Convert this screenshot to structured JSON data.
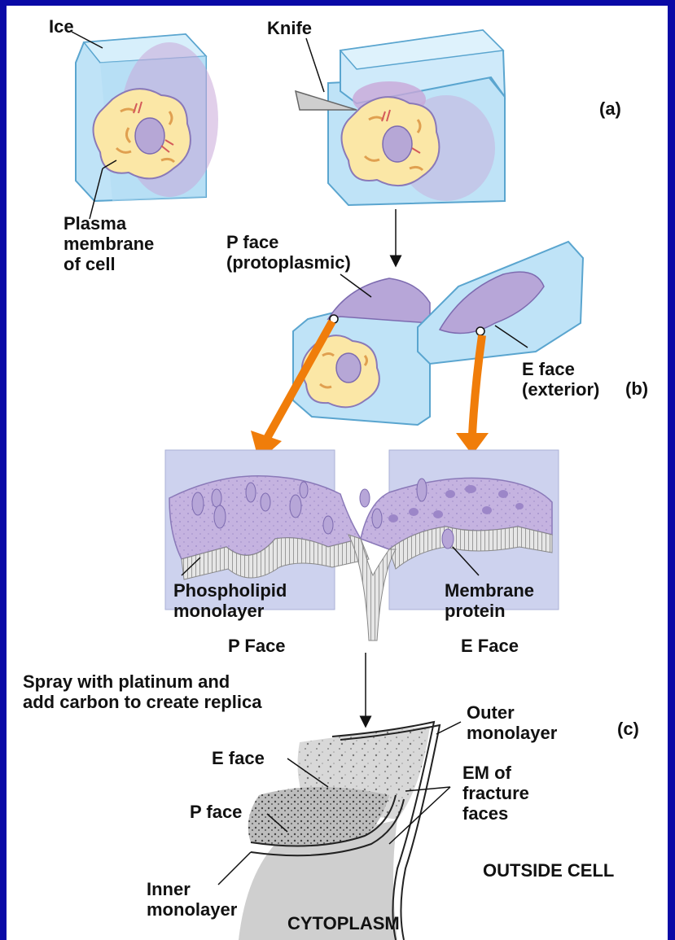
{
  "colors": {
    "background": "#0a0aa6",
    "ice": "#bfe3f7",
    "cell_yellow": "#fbe7a6",
    "nucleus": "#b6a7d6",
    "fracture_face": "#b7a6d8",
    "panel_bg": "#cdd2ee",
    "arrow_orange": "#f07d0a",
    "replica_gray": "#d9d9d9"
  },
  "labels": {
    "ice": "Ice",
    "knife": "Knife",
    "panel_a": "(a)",
    "plasma_membrane": "Plasma\nmembrane\nof cell",
    "p_face_protoplasmic": "P face\n(protoplasmic)",
    "e_face_exterior": "E face\n(exterior)",
    "panel_b": "(b)",
    "phospholipid_monolayer": "Phospholipid\nmonolayer",
    "membrane_protein": "Membrane\nprotein",
    "p_face_caption": "P Face",
    "e_face_caption": "E Face",
    "spray_instruction": "Spray with platinum and\nadd carbon to create replica",
    "panel_c": "(c)",
    "e_face_replica": "E  face",
    "p_face_replica": "P face",
    "outer_monolayer": "Outer\nmonolayer",
    "em_fracture_faces": "EM of\nfracture\nfaces",
    "outside_cell": "OUTSIDE CELL",
    "inner_monolayer": "Inner\nmonolayer",
    "cytoplasm": "CYTOPLASM"
  }
}
